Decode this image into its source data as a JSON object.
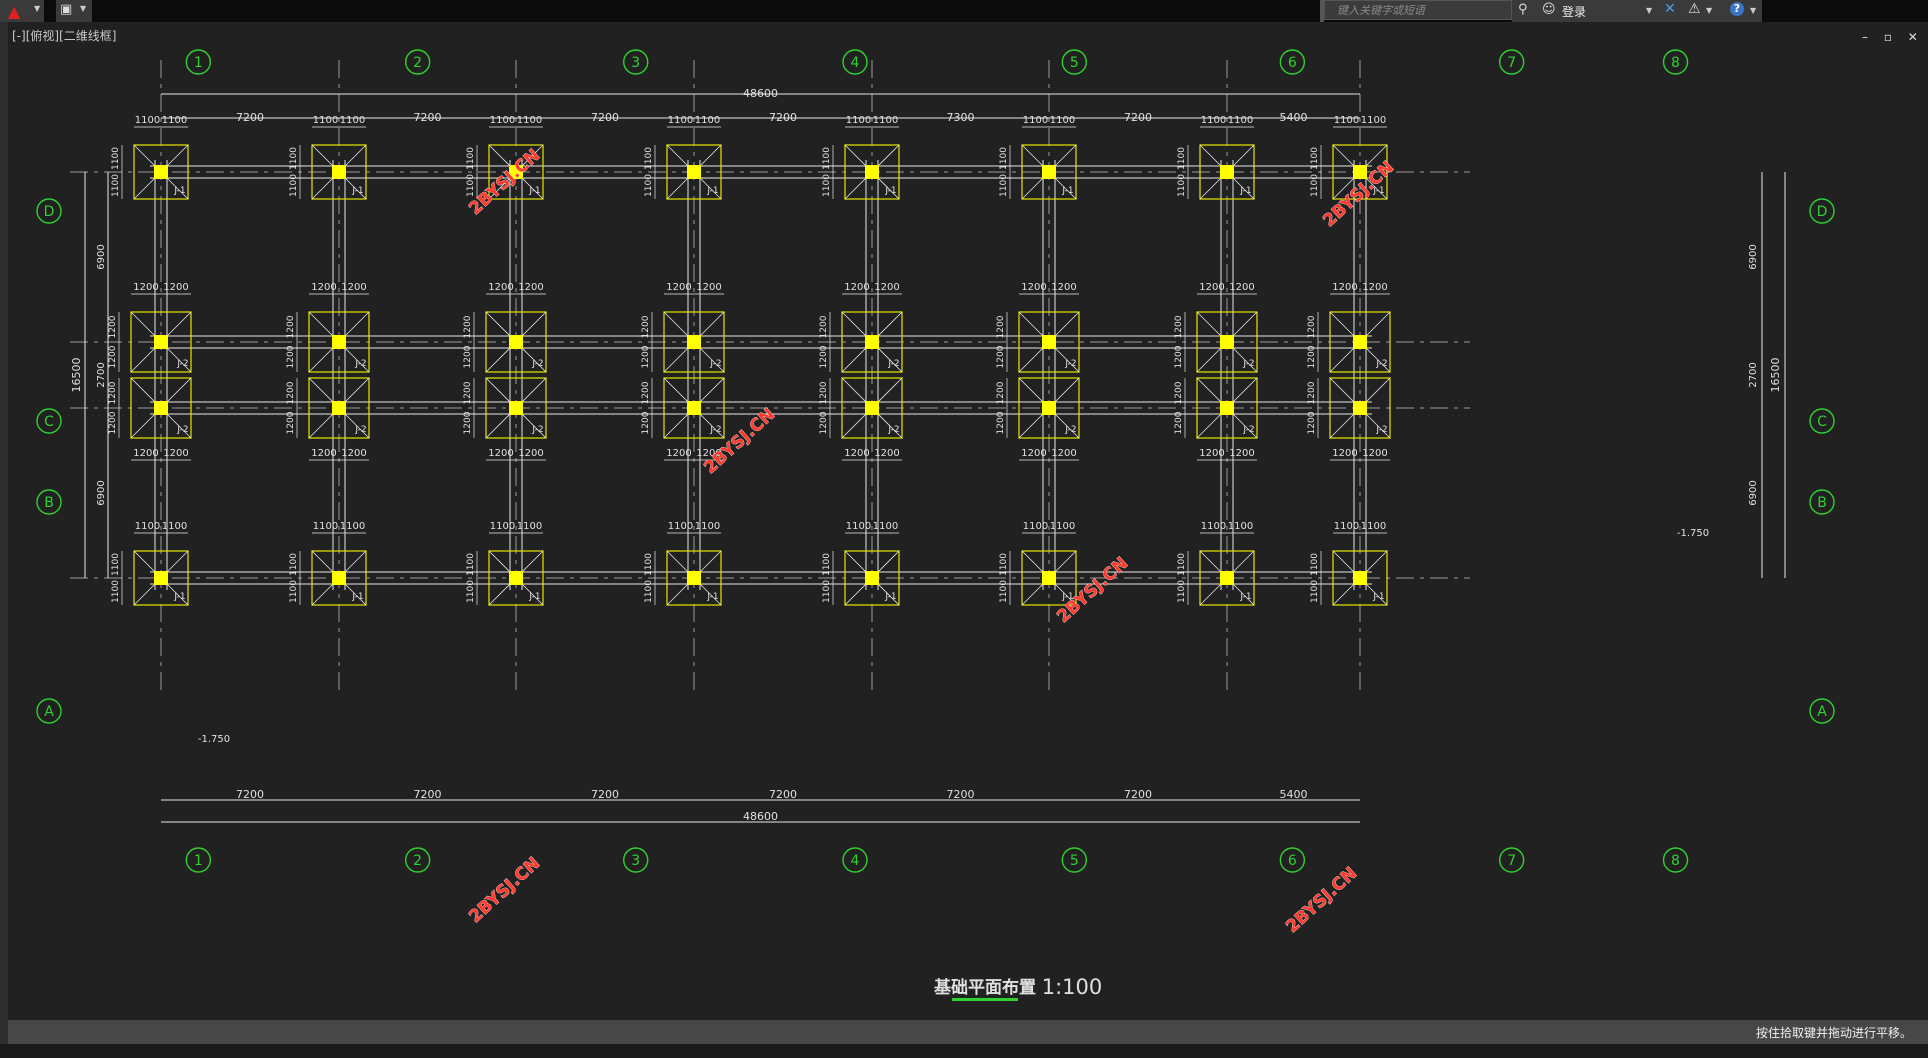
{
  "toolbar": {
    "search_placeholder": "键入关键字或短语",
    "login_label": "登录",
    "help_label": "?"
  },
  "viewport": {
    "label": "[-][俯视][二维线框]"
  },
  "window_controls": "– ▫ ✕",
  "drawing": {
    "title": "基础平面布置",
    "scale": "1:100",
    "axes_columns": [
      "1",
      "2",
      "3",
      "4",
      "5",
      "6",
      "7",
      "8"
    ],
    "axes_rows": [
      "D",
      "C",
      "B",
      "A"
    ],
    "top_spans": [
      "7200",
      "7200",
      "7200",
      "7200",
      "7300",
      "7200",
      "5400"
    ],
    "bottom_spans": [
      "7200",
      "7200",
      "7200",
      "7200",
      "7200",
      "7200",
      "5400"
    ],
    "total_length": "48600",
    "left_dims": [
      "6900",
      "2700",
      "6900"
    ],
    "right_dims": [
      "6900",
      "2700",
      "6900"
    ],
    "total_width": "16500",
    "footing_halfwidths_DA": [
      "1100",
      "1100"
    ],
    "footing_halfwidths_CB": [
      "1200",
      "1200"
    ],
    "footing_tags": [
      "J-1",
      "J-2"
    ],
    "elevation_note": "-1.750",
    "watermark": "2BYSJ.CN"
  },
  "status": {
    "message": "按住拾取键并拖动进行平移。"
  },
  "colors": {
    "grid_line": "#e8e8e8",
    "axis_bubble": "#2fd12f",
    "footing": "#e6e600",
    "column": "#ffff00",
    "watermark": "#ff3b30"
  }
}
